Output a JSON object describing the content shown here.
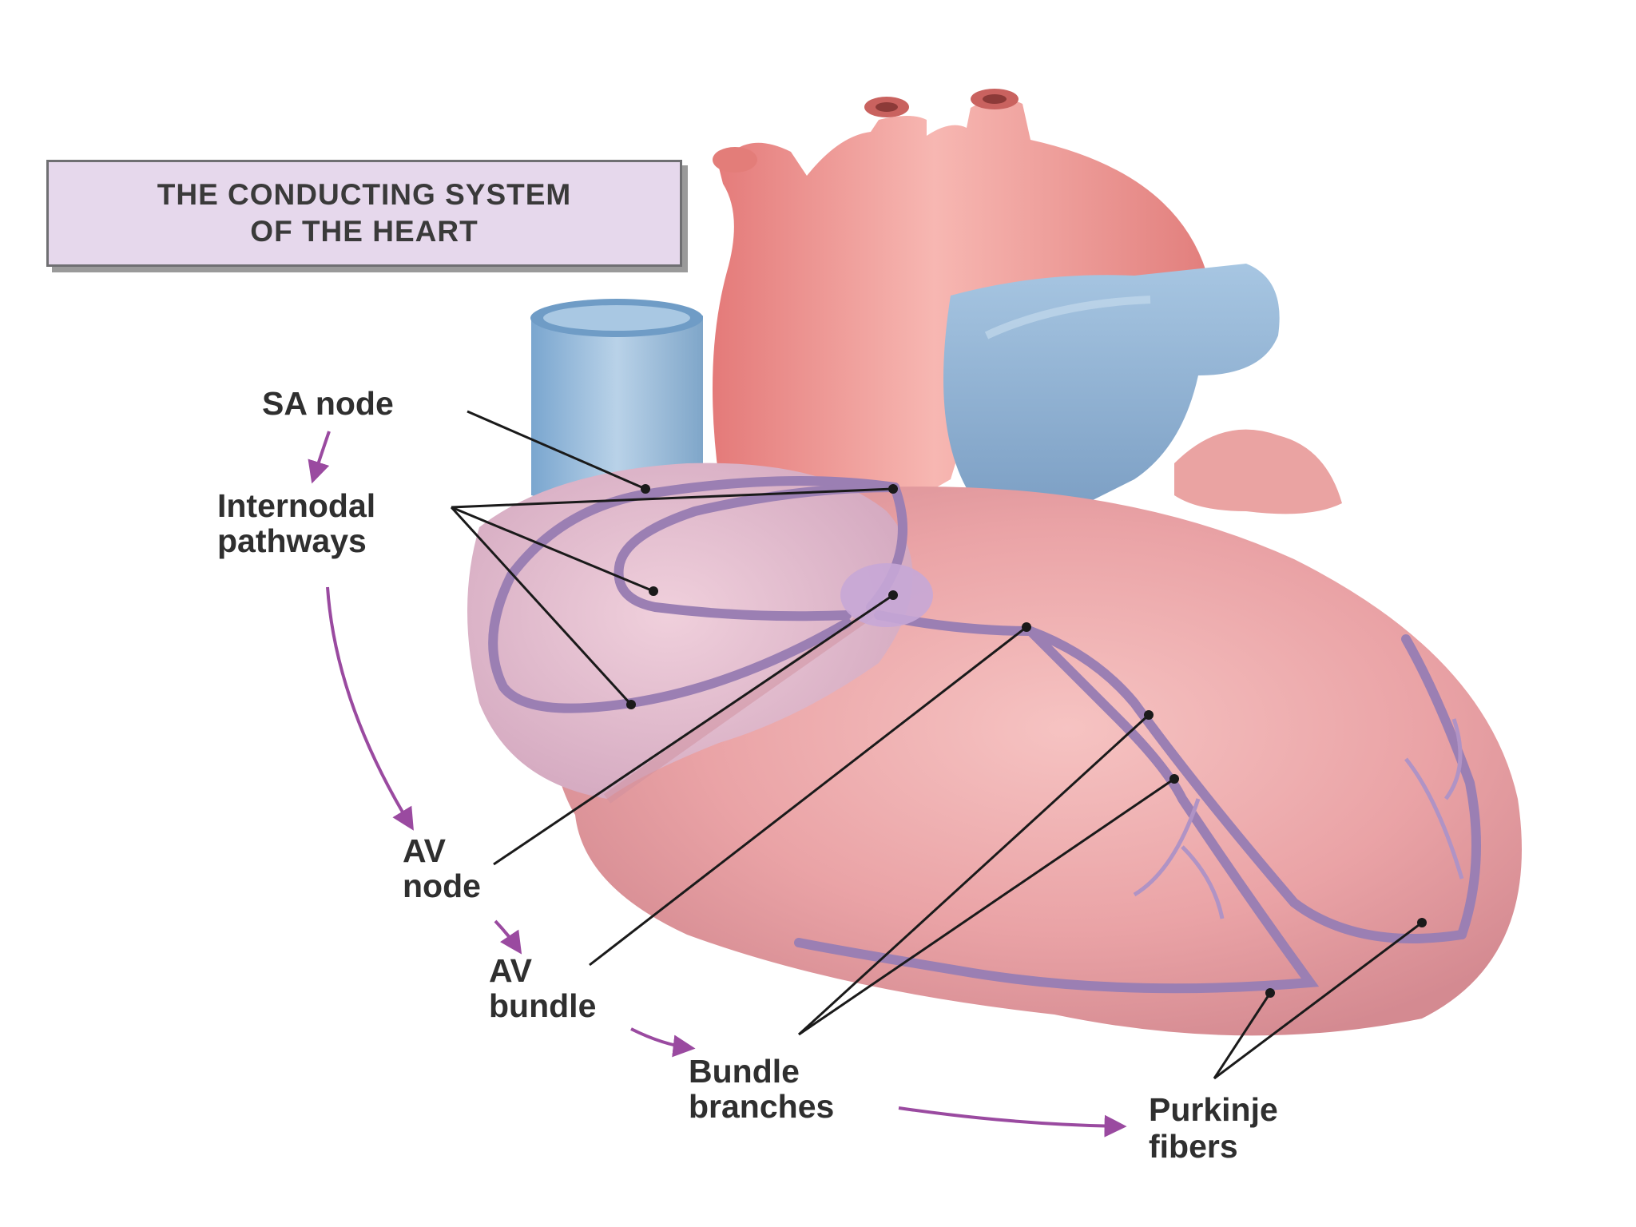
{
  "title": {
    "line1": "THE CONDUCTING SYSTEM",
    "line2": "OF THE HEART"
  },
  "labels": {
    "sa_node": "SA node",
    "internodal_line1": "Internodal",
    "internodal_line2": "pathways",
    "av_node_line1": "AV",
    "av_node_line2": "node",
    "av_bundle_line1": "AV",
    "av_bundle_line2": "bundle",
    "bundle_branches_line1": "Bundle",
    "bundle_branches_line2": "branches",
    "purkinje_line1": "Purkinje",
    "purkinje_line2": "fibers"
  },
  "colors": {
    "heart_body": "#e9a4a4",
    "aorta": "#ee8f8b",
    "vein_blue": "#8eb6d8",
    "atrium": "#e3b8cc",
    "conduction_path": "#9b7fb3",
    "flow_arrow": "#9a4aa0",
    "leader_line": "#1a1a1a",
    "title_box": "#e6d8ec"
  },
  "icons": {
    "flow_arrow": "purple-arrow-icon",
    "leader_dot": "dot-icon"
  }
}
